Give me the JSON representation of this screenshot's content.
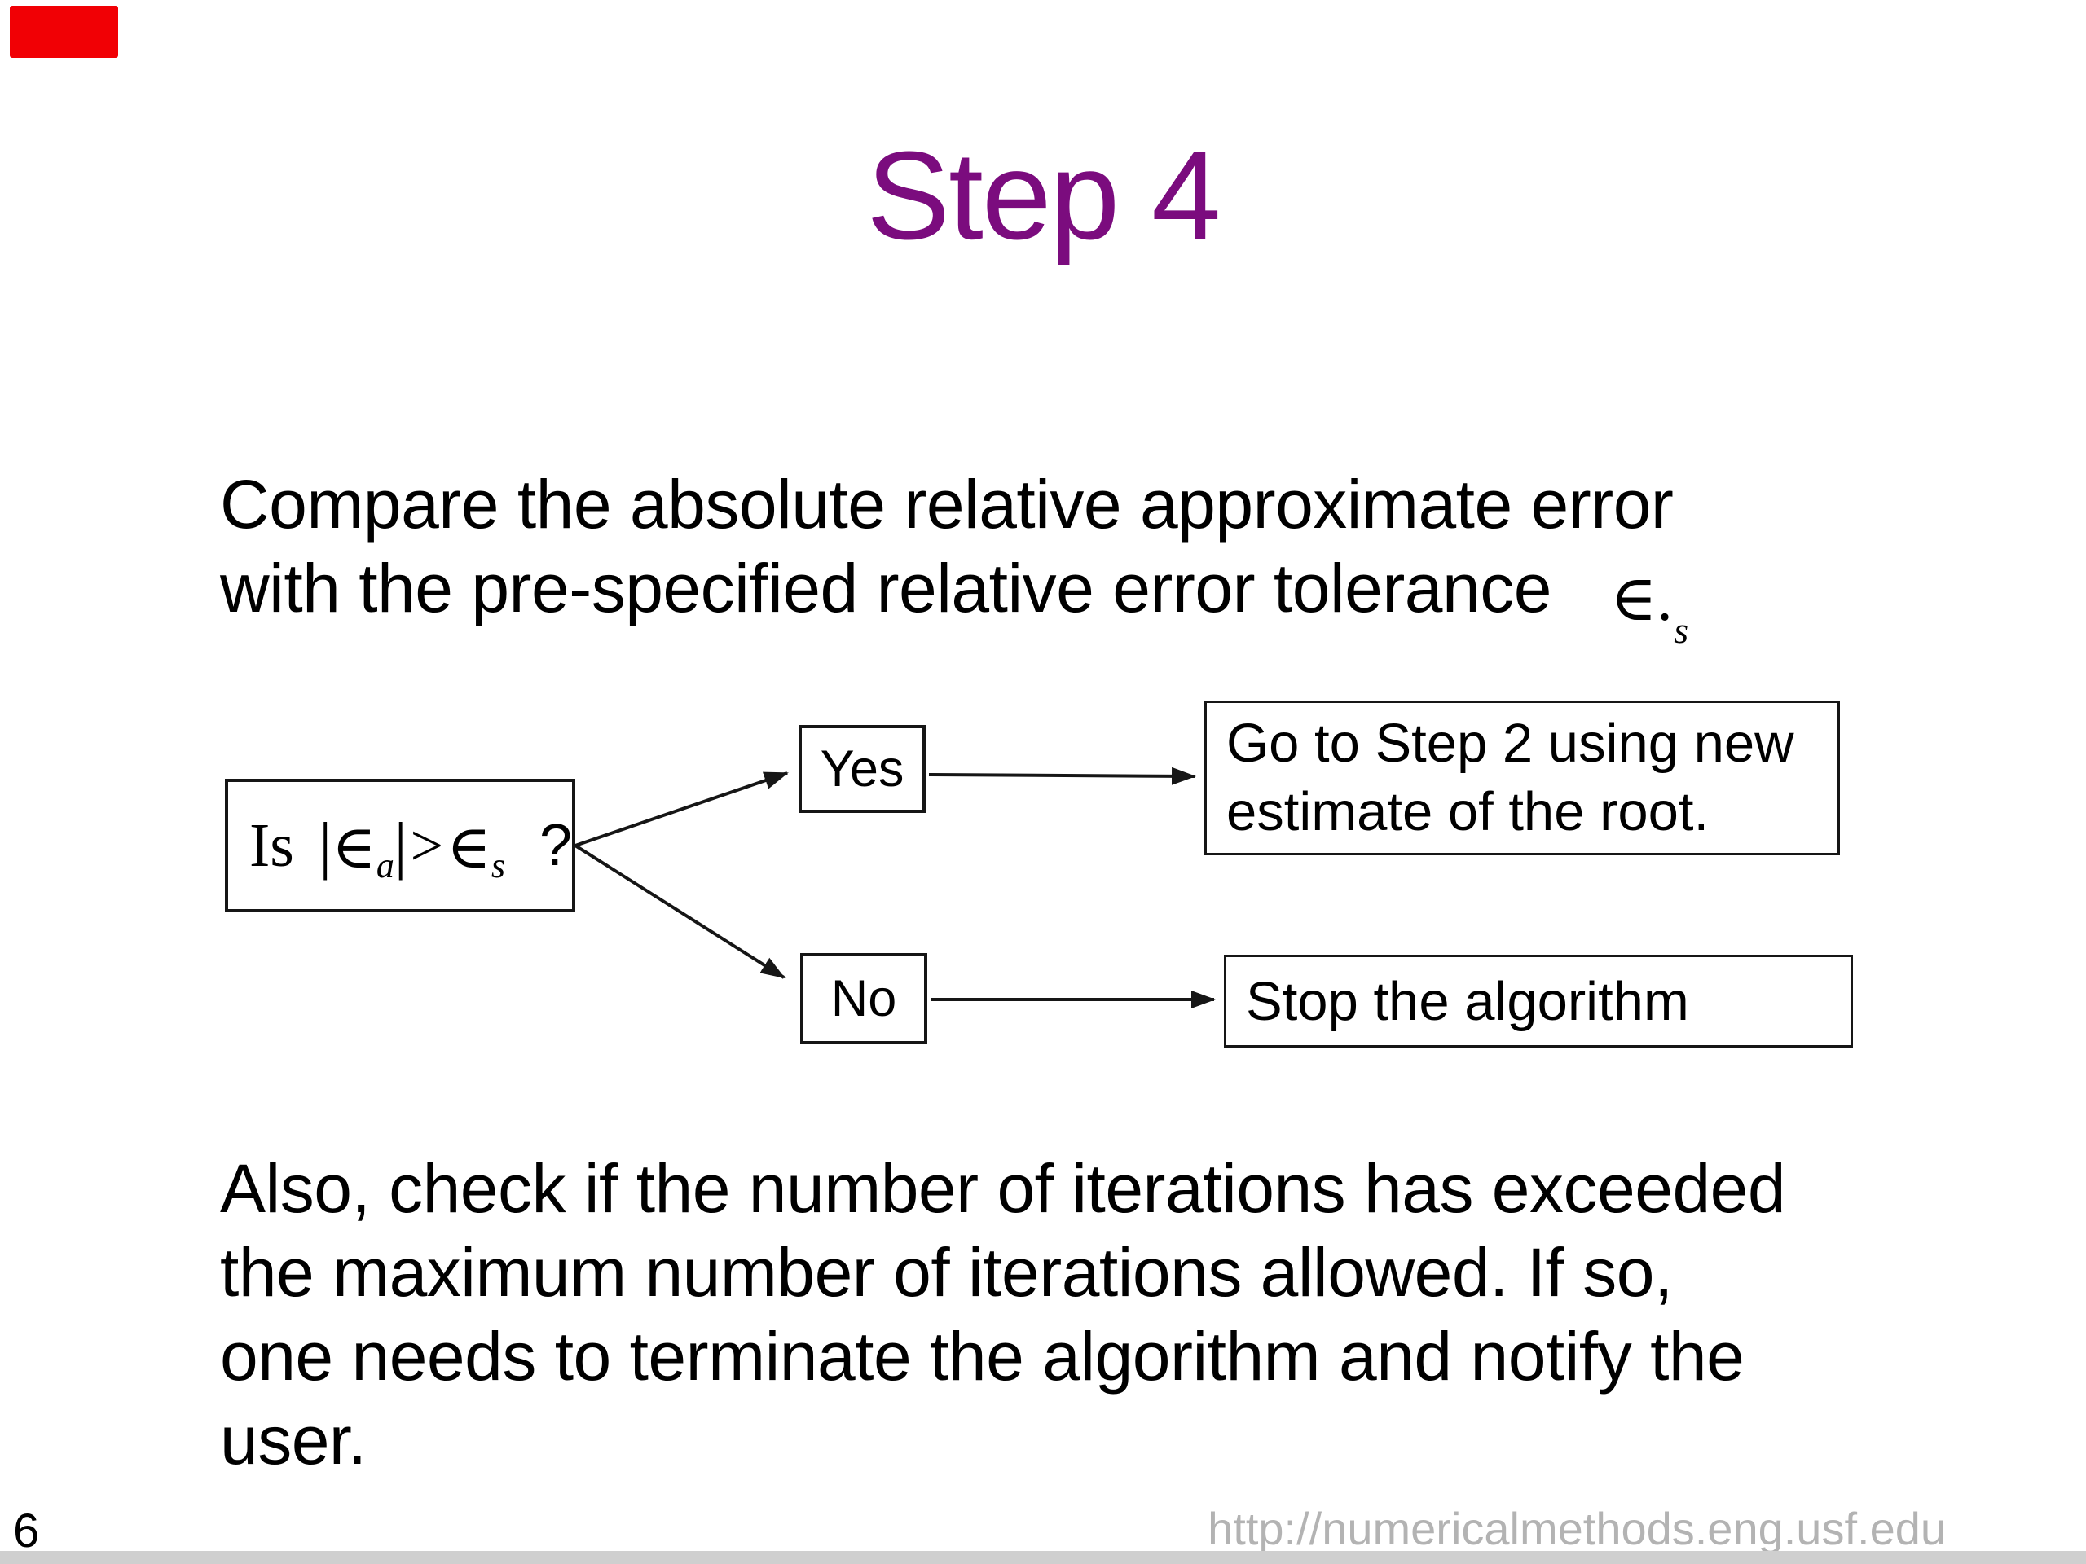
{
  "colors": {
    "title_purple": "#7b0c7e",
    "footer_gray": "#b3b3b3",
    "corner_red": "#f10005",
    "bottom_bar_gray": "#cfcfcf"
  },
  "slide": {
    "title": "Step 4",
    "intro": {
      "line1": "Compare the absolute relative approximate error",
      "line2": "with the pre-specified relative error tolerance",
      "tolerance": {
        "epsilon": "∈",
        "dot": ".",
        "sub": "s"
      }
    },
    "outro": {
      "lines": [
        "Also, check if the number of iterations has exceeded",
        "the maximum number of iterations allowed. If so,",
        "one needs to terminate the algorithm and notify the",
        "user."
      ]
    },
    "footer": {
      "page_number": "6",
      "url": "http://numericalmethods.eng.usf.edu"
    }
  },
  "flowchart": {
    "decision": {
      "is": "Is",
      "bar": "|",
      "epsilon": "∈",
      "sub_a": "a",
      "gt": ">",
      "sub_s": "s",
      "question": "?"
    },
    "yes": {
      "label": "Yes"
    },
    "no": {
      "label": "No"
    },
    "yes_target": {
      "line1": "Go to Step 2 using new",
      "line2": "estimate of the root."
    },
    "no_target": {
      "label": "Stop the algorithm"
    }
  }
}
